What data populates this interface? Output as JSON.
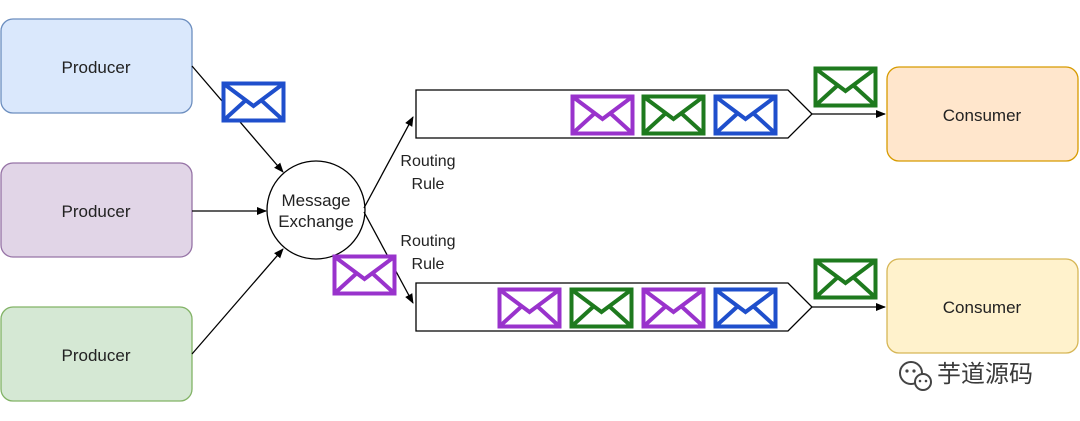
{
  "producers": [
    {
      "label": "Producer",
      "fill": "#dae8fc",
      "stroke": "#6c8ebf"
    },
    {
      "label": "Producer",
      "fill": "#e1d5e7",
      "stroke": "#9673a6"
    },
    {
      "label": "Producer",
      "fill": "#d5e8d4",
      "stroke": "#82b366"
    }
  ],
  "exchange": {
    "line1": "Message",
    "line2": "Exchange"
  },
  "routing_rules": [
    {
      "line1": "Routing",
      "line2": "Rule"
    },
    {
      "line1": "Routing",
      "line2": "Rule"
    }
  ],
  "consumers": [
    {
      "label": "Consumer",
      "fill": "#ffe6cc",
      "stroke": "#d79b00"
    },
    {
      "label": "Consumer",
      "fill": "#fff2cc",
      "stroke": "#d6b656"
    }
  ],
  "message_colors": {
    "blue": "#1f4fcc",
    "purple": "#9933cc",
    "green": "#1e7a1e"
  },
  "queues": [
    {
      "messages": [
        "purple",
        "green",
        "blue"
      ],
      "delivering": "green"
    },
    {
      "messages": [
        "purple",
        "green",
        "purple",
        "blue"
      ],
      "delivering": "green"
    }
  ],
  "in_transit": {
    "to_exchange": "blue",
    "to_queue2": "purple"
  },
  "watermark": {
    "text": "芋道源码",
    "icon": "wechat-icon"
  }
}
